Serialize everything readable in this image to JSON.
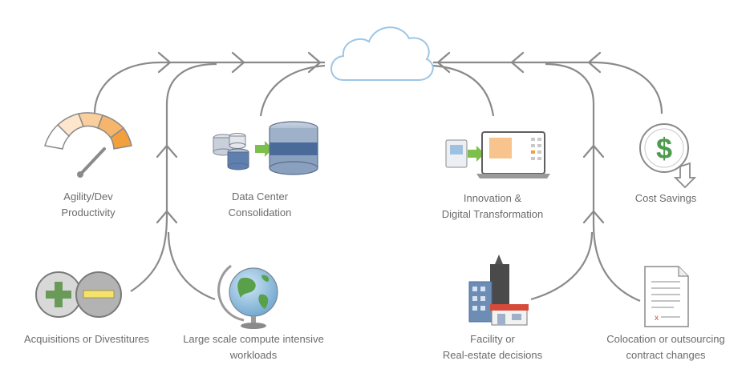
{
  "diagram": {
    "center": {
      "icon": "cloud-icon"
    },
    "nodes": [
      {
        "id": "agility",
        "icon": "speedometer-gauge-icon",
        "lines": [
          "Agility/Dev",
          "Productivity"
        ]
      },
      {
        "id": "datacenter",
        "icon": "database-consolidation-icon",
        "lines": [
          "Data Center",
          "Consolidation"
        ]
      },
      {
        "id": "innovation",
        "icon": "laptop-transformation-icon",
        "lines": [
          "Innovation &",
          "Digital Transformation"
        ]
      },
      {
        "id": "cost",
        "icon": "dollar-savings-icon",
        "lines": [
          "Cost Savings"
        ]
      },
      {
        "id": "acquisitions",
        "icon": "plus-minus-icon",
        "lines": [
          "Acquisitions or Divestitures"
        ]
      },
      {
        "id": "compute",
        "icon": "globe-icon",
        "lines": [
          "Large scale compute intensive",
          "workloads"
        ]
      },
      {
        "id": "facility",
        "icon": "city-buildings-icon",
        "lines": [
          "Facility or",
          "Real-estate decisions"
        ]
      },
      {
        "id": "colocation",
        "icon": "contract-document-icon",
        "lines": [
          "Colocation or outsourcing",
          "contract changes"
        ]
      }
    ],
    "colors": {
      "line": "#8a8a8a",
      "cloud_stroke": "#9cc6e6",
      "gauge_orange": "#f2a03d",
      "db_blue": "#4a6a9a",
      "arrow_green": "#7cc04b",
      "icon_green": "#4e9a4e",
      "label_gray": "#6b6b6b"
    }
  }
}
